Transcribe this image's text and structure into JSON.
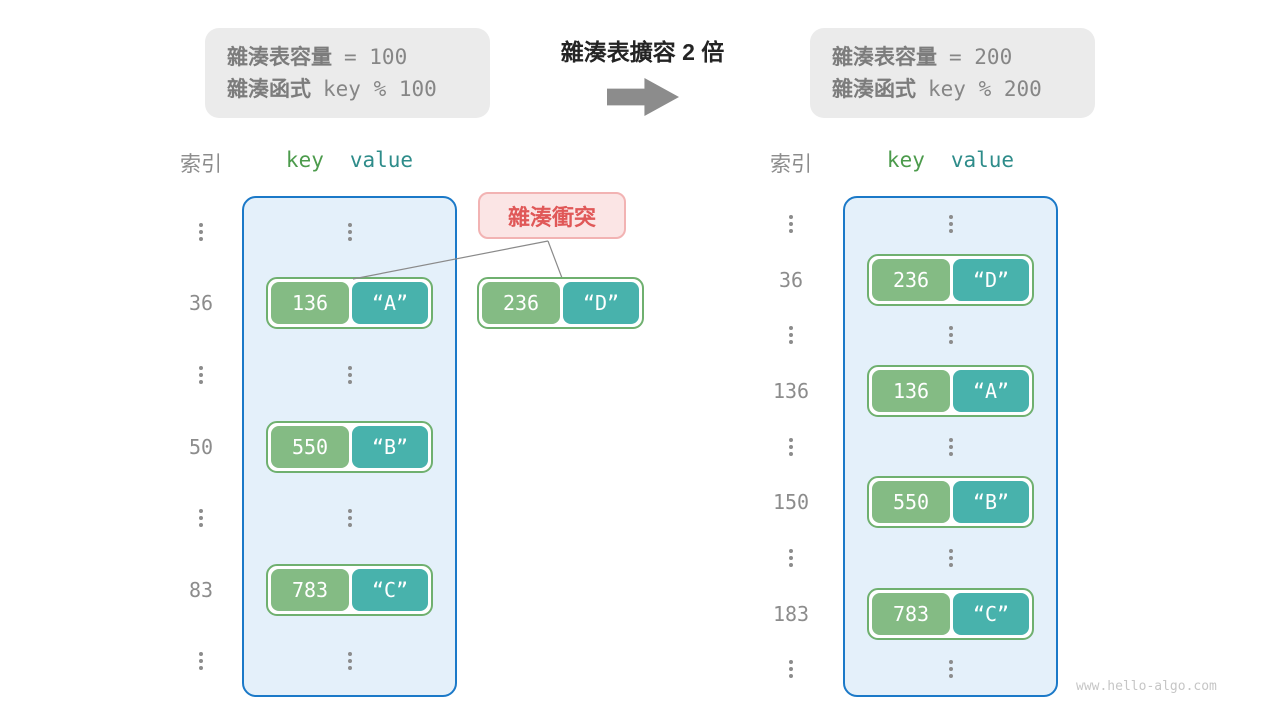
{
  "info_boxes": {
    "before": {
      "capacity_label": "雜湊表容量",
      "capacity_value": "= 100",
      "hash_label": "雜湊函式",
      "hash_value": "key % 100"
    },
    "after": {
      "capacity_label": "雜湊表容量",
      "capacity_value": "= 200",
      "hash_label": "雜湊函式",
      "hash_value": "key % 200"
    }
  },
  "transition": {
    "title": "雜湊表擴容 2 倍"
  },
  "collision": {
    "label": "雜湊衝突",
    "pair": {
      "key": "236",
      "value": "“D”"
    }
  },
  "tables": {
    "left": {
      "headers": {
        "index": "索引",
        "key": "key",
        "value": "value"
      },
      "rows": [
        {
          "type": "dots"
        },
        {
          "type": "pair",
          "index": "36",
          "key": "136",
          "value": "“A”"
        },
        {
          "type": "dots"
        },
        {
          "type": "pair",
          "index": "50",
          "key": "550",
          "value": "“B”"
        },
        {
          "type": "dots"
        },
        {
          "type": "pair",
          "index": "83",
          "key": "783",
          "value": "“C”"
        },
        {
          "type": "dots"
        }
      ]
    },
    "right": {
      "headers": {
        "index": "索引",
        "key": "key",
        "value": "value"
      },
      "rows": [
        {
          "type": "dots"
        },
        {
          "type": "pair",
          "index": "36",
          "key": "236",
          "value": "“D”"
        },
        {
          "type": "dots"
        },
        {
          "type": "pair",
          "index": "136",
          "key": "136",
          "value": "“A”"
        },
        {
          "type": "dots"
        },
        {
          "type": "pair",
          "index": "150",
          "key": "550",
          "value": "“B”"
        },
        {
          "type": "dots"
        },
        {
          "type": "pair",
          "index": "183",
          "key": "783",
          "value": "“C”"
        },
        {
          "type": "dots"
        }
      ]
    }
  },
  "watermark": "www.hello-algo.com",
  "colors": {
    "table_fill": "#E4F0FA",
    "table_border": "#1B79C8",
    "key_fill": "#84BB84",
    "value_fill": "#48B2AC",
    "pair_border": "#6FB06F",
    "collision_fill": "#FBE5E5",
    "collision_border": "#F2B3B3",
    "collision_text": "#E05858",
    "gray_text": "#8C8C8C",
    "key_header_text": "#4C9B4C",
    "value_header_text": "#2E8C8A"
  }
}
